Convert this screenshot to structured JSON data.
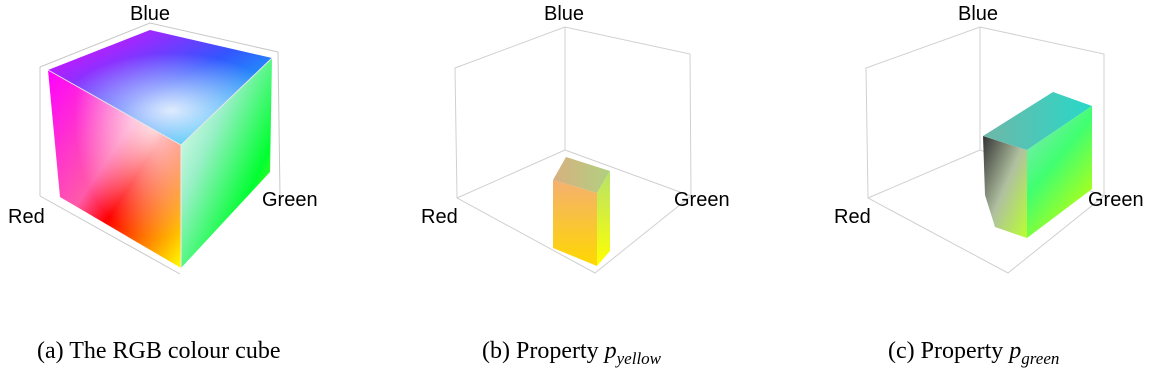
{
  "panels": [
    {
      "axes": {
        "red": "Red",
        "green": "Green",
        "blue": "Blue"
      },
      "caption": {
        "prefix": "(a) The RGB colour cube",
        "symbol": "",
        "subscript": ""
      }
    },
    {
      "axes": {
        "red": "Red",
        "green": "Green",
        "blue": "Blue"
      },
      "caption": {
        "prefix": "(b) Property ",
        "symbol": "p",
        "subscript": "yellow"
      }
    },
    {
      "axes": {
        "red": "Red",
        "green": "Green",
        "blue": "Blue"
      },
      "caption": {
        "prefix": "(c) Property ",
        "symbol": "p",
        "subscript": "green"
      }
    }
  ]
}
